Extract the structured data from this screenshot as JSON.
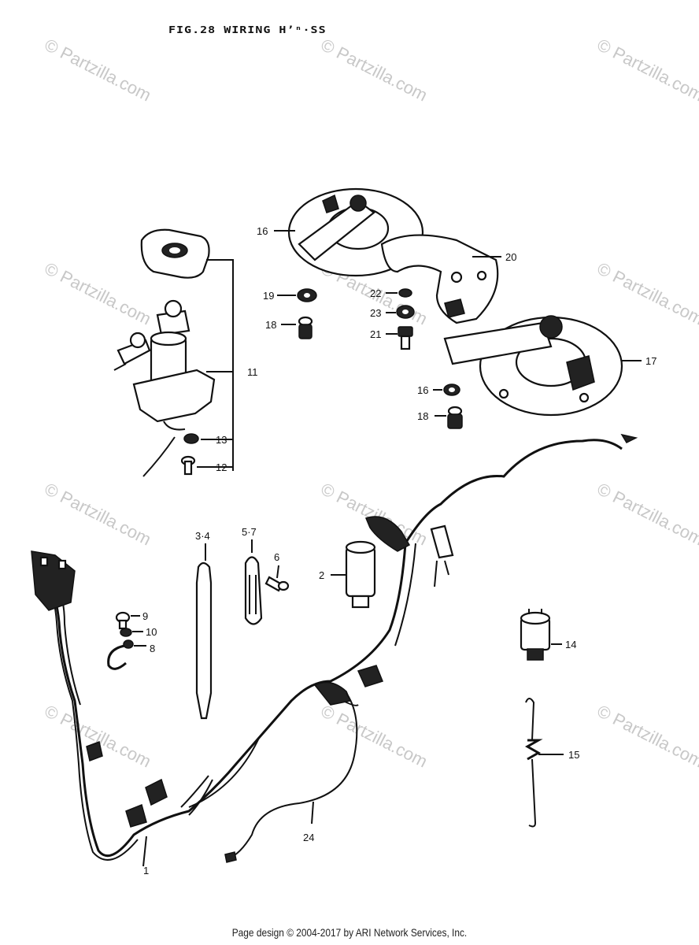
{
  "title": "FIG.28  WIRING Hʼⁿ·SS",
  "footer": "Page design © 2004-2017 by ARI Network Services, Inc.",
  "watermark": "© Partzilla.com",
  "callouts": {
    "c1": "1",
    "c2": "2",
    "c34": "3·4",
    "c57": "5·7",
    "c6": "6",
    "c8": "8",
    "c9": "9",
    "c10": "10",
    "c11": "11",
    "c12": "12",
    "c13": "13",
    "c14": "14",
    "c15": "15",
    "c16a": "16",
    "c16b": "16",
    "c17": "17",
    "c18a": "18",
    "c18b": "18",
    "c19": "19",
    "c20": "20",
    "c21": "21",
    "c22": "22",
    "c23": "23",
    "c24": "24"
  }
}
